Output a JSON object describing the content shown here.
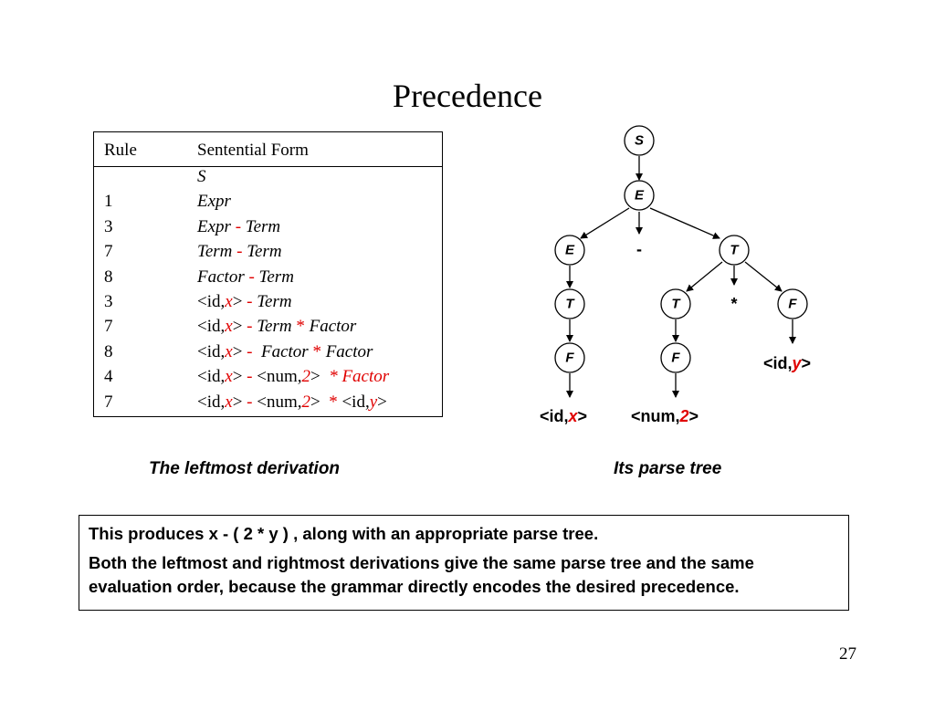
{
  "title": "Precedence",
  "table": {
    "header": {
      "rule": "Rule",
      "form": "Sentential Form"
    },
    "rows": [
      {
        "rule": "",
        "parts": [
          {
            "t": "S",
            "s": "it"
          }
        ]
      },
      {
        "rule": "1",
        "parts": [
          {
            "t": "Expr",
            "s": "it"
          }
        ]
      },
      {
        "rule": "3",
        "parts": [
          {
            "t": "Expr ",
            "s": "it"
          },
          {
            "t": "-",
            "s": "red"
          },
          {
            "t": " Term",
            "s": "it"
          }
        ]
      },
      {
        "rule": "7",
        "parts": [
          {
            "t": "Term ",
            "s": "it"
          },
          {
            "t": "-",
            "s": "red"
          },
          {
            "t": " Term",
            "s": "it"
          }
        ]
      },
      {
        "rule": "8",
        "parts": [
          {
            "t": "Factor ",
            "s": "it"
          },
          {
            "t": "-",
            "s": "red"
          },
          {
            "t": " Term",
            "s": "it"
          }
        ]
      },
      {
        "rule": "3",
        "parts": [
          {
            "t": "<id,",
            "s": ""
          },
          {
            "t": "x",
            "s": "red-it"
          },
          {
            "t": "> ",
            "s": ""
          },
          {
            "t": "-",
            "s": "red"
          },
          {
            "t": " Term",
            "s": "it"
          }
        ]
      },
      {
        "rule": "7",
        "parts": [
          {
            "t": "<id,",
            "s": ""
          },
          {
            "t": "x",
            "s": "red-it"
          },
          {
            "t": "> ",
            "s": ""
          },
          {
            "t": "-",
            "s": "red"
          },
          {
            "t": " Term ",
            "s": "it"
          },
          {
            "t": "*",
            "s": "red"
          },
          {
            "t": " Factor",
            "s": "it"
          }
        ]
      },
      {
        "rule": "8",
        "parts": [
          {
            "t": "<id,",
            "s": ""
          },
          {
            "t": "x",
            "s": "red-it"
          },
          {
            "t": "> ",
            "s": ""
          },
          {
            "t": "-",
            "s": "red"
          },
          {
            "t": "  Factor ",
            "s": "it"
          },
          {
            "t": "*",
            "s": "red"
          },
          {
            "t": " Factor",
            "s": "it"
          }
        ]
      },
      {
        "rule": "4",
        "parts": [
          {
            "t": "<id,",
            "s": ""
          },
          {
            "t": "x",
            "s": "red-it"
          },
          {
            "t": "> ",
            "s": ""
          },
          {
            "t": "-",
            "s": "red"
          },
          {
            "t": " <num,",
            "s": ""
          },
          {
            "t": "2",
            "s": "red-it"
          },
          {
            "t": "> ",
            "s": ""
          },
          {
            "t": " * Factor",
            "s": "red-it"
          }
        ]
      },
      {
        "rule": "7",
        "parts": [
          {
            "t": "<id,",
            "s": ""
          },
          {
            "t": "x",
            "s": "red-it"
          },
          {
            "t": "> ",
            "s": ""
          },
          {
            "t": "-",
            "s": "red"
          },
          {
            "t": " <num,",
            "s": ""
          },
          {
            "t": "2",
            "s": "red-it"
          },
          {
            "t": "> ",
            "s": ""
          },
          {
            "t": " * ",
            "s": "red"
          },
          {
            "t": "<id,",
            "s": ""
          },
          {
            "t": "y",
            "s": "red-it"
          },
          {
            "t": ">",
            "s": ""
          }
        ]
      }
    ]
  },
  "tree": {
    "nodes": {
      "s": "S",
      "e_root": "E",
      "e_left": "E",
      "minus": "-",
      "t_right": "T",
      "t_ll": "T",
      "t_rl": "T",
      "star": "*",
      "f_rr": "F",
      "f_ll": "F",
      "f_rl": "F"
    },
    "leaf_x": {
      "pre": "<id,",
      "var": "x",
      "post": ">"
    },
    "leaf_num": {
      "pre": "<num,",
      "var": "2",
      "post": ">"
    },
    "leaf_y": {
      "pre": "<id,",
      "var": "y",
      "post": ">"
    }
  },
  "captions": {
    "left": "The leftmost derivation",
    "right": "Its parse tree"
  },
  "notes": {
    "line1": "This produces  x - ( 2 * y ) , along with an appropriate parse tree.",
    "line2": "Both the leftmost and rightmost derivations give the same parse tree and the same evaluation order, because the grammar directly encodes the desired precedence."
  },
  "page_number": "27",
  "colors": {
    "accent_red": "#e00000",
    "text": "#000000"
  }
}
